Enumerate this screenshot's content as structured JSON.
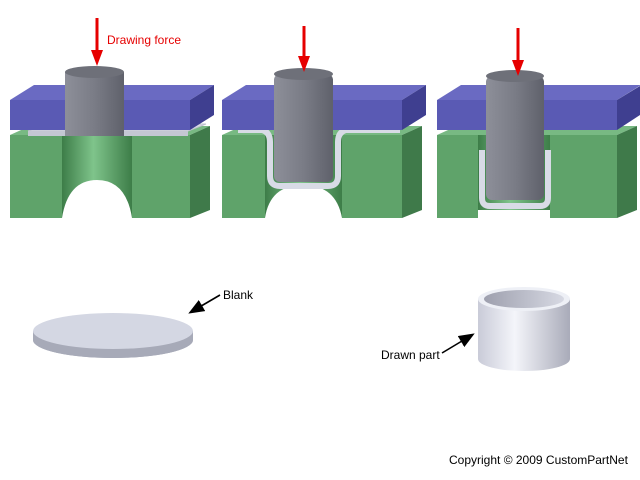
{
  "labels": {
    "drawing_force": "Drawing force",
    "blank": "Blank",
    "drawn_part": "Drawn part",
    "copyright": "Copyright © 2009 CustomPartNet"
  },
  "colors": {
    "force_arrow": "#e60000",
    "blank_holder": "#5a5ab4",
    "die": "#5fa36a",
    "punch": "#7d7f88",
    "sheet": "#d6d9e6"
  },
  "stages": [
    {
      "step": 1,
      "punch_stroke": 0.0
    },
    {
      "step": 2,
      "punch_stroke": 0.5
    },
    {
      "step": 3,
      "punch_stroke": 1.0
    }
  ]
}
